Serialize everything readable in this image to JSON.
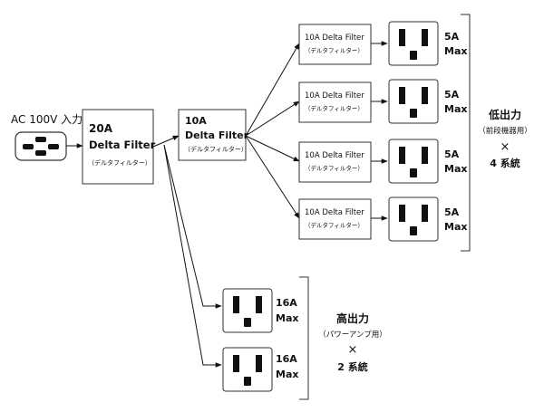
{
  "input": {
    "label": "AC 100V 入力"
  },
  "filter_main": {
    "rating": "20A",
    "name": "Delta Filter",
    "kana": "（デルタフィルター）"
  },
  "filter_mid": {
    "rating": "10A",
    "name": "Delta Filter",
    "kana": "（デルタフィルター）"
  },
  "small_filters": [
    {
      "title": "10A Delta Filter",
      "kana": "（デルタフィルター）",
      "rating": "5A",
      "max": "Max"
    },
    {
      "title": "10A Delta Filter",
      "kana": "（デルタフィルター）",
      "rating": "5A",
      "max": "Max"
    },
    {
      "title": "10A Delta Filter",
      "kana": "（デルタフィルター）",
      "rating": "5A",
      "max": "Max"
    },
    {
      "title": "10A Delta Filter",
      "kana": "（デルタフィルター）",
      "rating": "5A",
      "max": "Max"
    }
  ],
  "low_output": {
    "title": "低出力",
    "sub": "（前段機器用）",
    "times": "×",
    "count": "4 系統"
  },
  "high_outlets": [
    {
      "rating": "16A",
      "max": "Max"
    },
    {
      "rating": "16A",
      "max": "Max"
    }
  ],
  "high_output": {
    "title": "高出力",
    "sub": "（パワーアンプ用）",
    "times": "×",
    "count": "2 系統"
  }
}
